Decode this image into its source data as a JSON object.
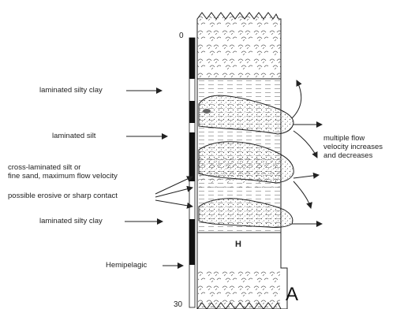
{
  "scale": {
    "top": "0",
    "bottom": "30"
  },
  "labels": {
    "laminated_silty_clay_1": "laminated silty clay",
    "laminated_silt": "laminated silt",
    "cross_laminated_line1": "cross-laminated silt or",
    "cross_laminated_line2": "fine sand, maximum flow velocity",
    "erosive_contact": "possible erosive or sharp contact",
    "laminated_silty_clay_2": "laminated silty clay",
    "hemipelagic": "Hemipelagic",
    "flow_line1": "multiple flow",
    "flow_line2": "velocity increases",
    "flow_line3": "and decreases",
    "unit_h": "H",
    "panel_letter": "A"
  }
}
